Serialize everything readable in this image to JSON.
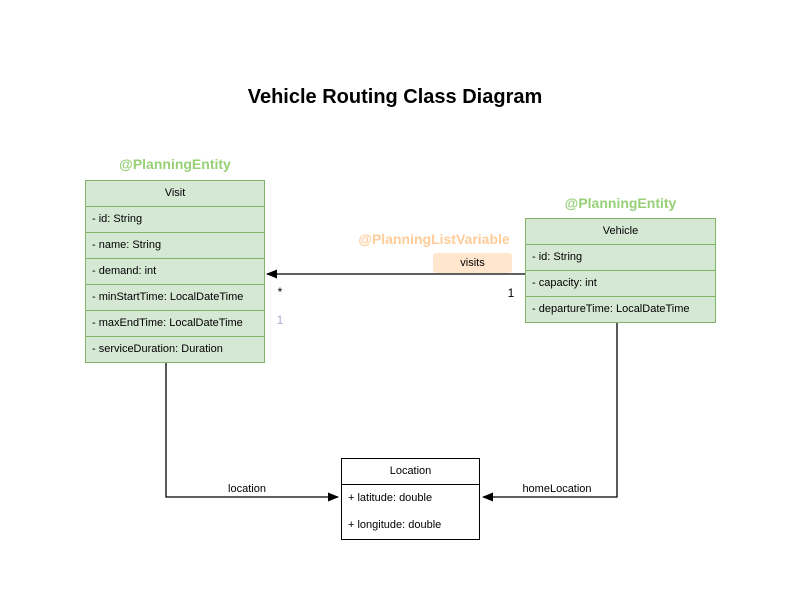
{
  "title": "Vehicle Routing Class Diagram",
  "annotations": {
    "visit_entity": "@PlanningEntity",
    "vehicle_entity": "@PlanningEntity",
    "list_variable": "@PlanningListVariable"
  },
  "classes": {
    "visit": {
      "name": "Visit",
      "attributes": [
        "- id: String",
        "- name: String",
        "- demand: int",
        "- minStartTime: LocalDateTime",
        "- maxEndTime: LocalDateTime",
        "- serviceDuration: Duration"
      ]
    },
    "vehicle": {
      "name": "Vehicle",
      "attributes": [
        "- id: String",
        "- capacity: int",
        "- departureTime: LocalDateTime"
      ]
    },
    "location": {
      "name": "Location",
      "attributes": [
        "+ latitude: double",
        "+ longitude: double"
      ]
    }
  },
  "relations": {
    "visits": {
      "label": "visits",
      "multiplicity_at_visit": "*",
      "multiplicity_at_vehicle": "1",
      "extra_label": "1"
    },
    "location": {
      "label": "location"
    },
    "home_location": {
      "label": "homeLocation"
    }
  },
  "colors": {
    "entity_fill": "#d5e8d4",
    "entity_border": "#82b366",
    "entity_annotation_text": "#97d077",
    "list_variable_annotation_text": "#ffcc99",
    "visits_label_background": "#ffe6cc",
    "plain_class_border": "#000000",
    "connector_line": "#000000",
    "extra_label_text": "#b5a1cc"
  }
}
